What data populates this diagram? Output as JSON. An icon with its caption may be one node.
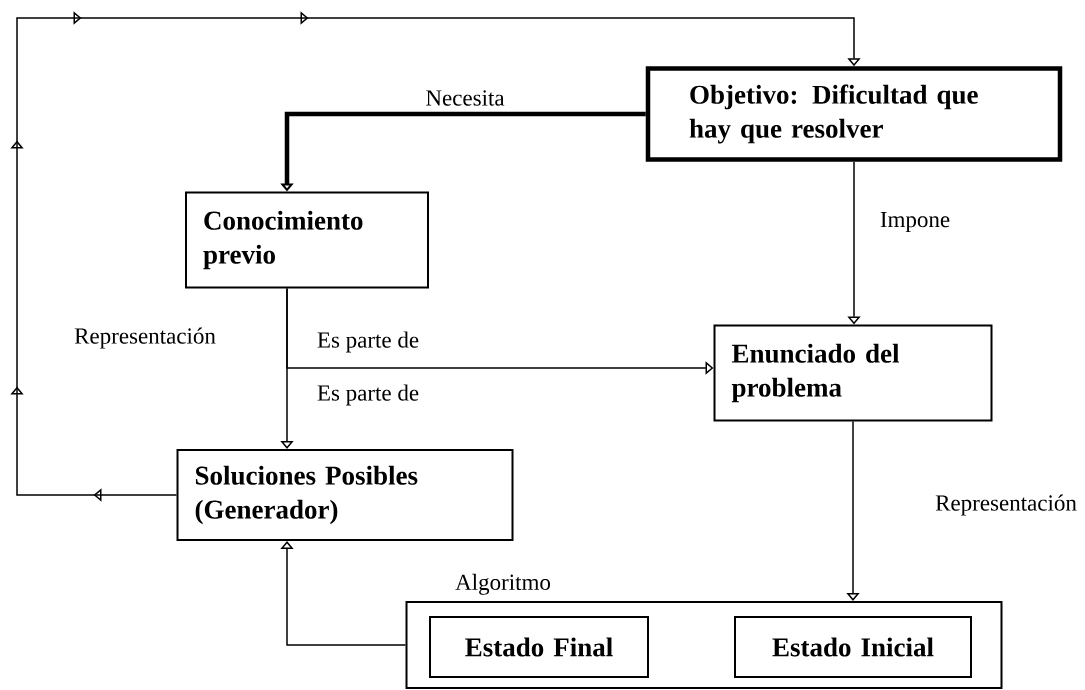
{
  "diagram": {
    "nodes": [
      {
        "text": [
          "Objetivo: Dificultad que hay que resolver"
        ]
      },
      {
        "text": [
          "Conocimiento previo"
        ]
      },
      {
        "text": [
          "Enunciado del problema"
        ]
      },
      {
        "text": [
          "Soluciones Posibles (Generador)"
        ]
      },
      {
        "text": [
          "Algoritmo"
        ]
      },
      {
        "text": [
          "Estado Final"
        ],
        "in": 4
      },
      {
        "text": [
          "Estado Inicial"
        ],
        "in": 4
      }
    ],
    "edges": [
      {
        "from": 0,
        "to": 1,
        "arrow": "to",
        "label": "Necesita",
        "style": "thick"
      },
      {
        "from": 0,
        "to": 2,
        "arrow": "to",
        "label": "Impone"
      },
      {
        "from": 1,
        "to": 2,
        "arrow": "to",
        "label": "Es parte de"
      },
      {
        "from": 1,
        "to": 3,
        "arrow": "to",
        "label": "Es parte de"
      },
      {
        "from": 2,
        "to": 4,
        "arrow": "to",
        "label": "Representación"
      },
      {
        "from": 4,
        "to": 3,
        "arrow": "to"
      },
      {
        "from": 3,
        "to": 0,
        "arrow": "to",
        "label": "Representación"
      }
    ]
  }
}
